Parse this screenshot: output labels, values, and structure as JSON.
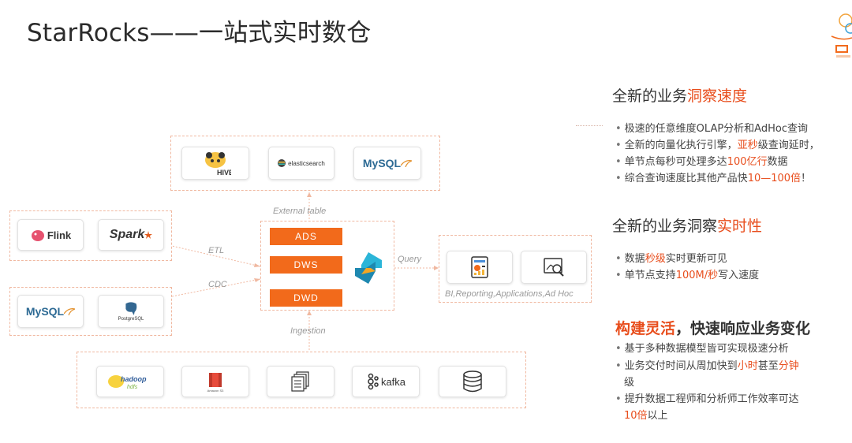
{
  "slide": {
    "title": "StarRocks——一站式实时数仓"
  },
  "diagram": {
    "external_sources": [
      {
        "name": "HIVE",
        "icon": "hive-icon"
      },
      {
        "name": "elasticsearch",
        "icon": "elasticsearch-icon"
      },
      {
        "name": "MySQL",
        "icon": "mysql-icon"
      }
    ],
    "etl_sources": [
      {
        "name": "Flink",
        "icon": "flink-icon"
      },
      {
        "name": "Spark",
        "icon": "spark-icon"
      }
    ],
    "cdc_sources": [
      {
        "name": "MySQL",
        "icon": "mysql-icon"
      },
      {
        "name": "PostgreSQL",
        "icon": "postgresql-icon"
      }
    ],
    "ingestion_sources": [
      {
        "name": "hadoop hdfs",
        "icon": "hadoop-icon"
      },
      {
        "name": "Amazon S3",
        "icon": "amazon-s3-icon"
      },
      {
        "name": "",
        "icon": "files-icon"
      },
      {
        "name": "kafka",
        "icon": "kafka-icon"
      },
      {
        "name": "",
        "icon": "database-icon"
      }
    ],
    "layers": [
      "ADS",
      "DWS",
      "DWD"
    ],
    "labels": {
      "external": "External table",
      "etl": "ETL",
      "cdc": "CDC",
      "query": "Query",
      "ingestion": "Ingestion",
      "output": "BI,Reporting,Applications,Ad Hoc"
    },
    "colors": {
      "accent": "#f26a1b",
      "dashed": "#f0b8a0"
    }
  },
  "features": {
    "speed": {
      "title_plain": "全新的业务",
      "title_hl": "洞察速度",
      "bullets": [
        {
          "a": "极速的任意维度OLAP分析和AdHoc查询",
          "hl": "",
          "b": ""
        },
        {
          "a": "全新的向量化执行引擎，",
          "hl": "亚秒",
          "b": "级查询延时，"
        },
        {
          "a": "单节点每秒可处理多达",
          "hl": "100亿行",
          "b": "数据"
        },
        {
          "a": "综合查询速度比其他产品快",
          "hl": "10—100倍",
          "b": "！"
        }
      ]
    },
    "realtime": {
      "title_plain": "全新的业务洞察",
      "title_hl": "实时性",
      "bullets": [
        {
          "a": "数据",
          "hl": "秒级",
          "b": "实时更新可见"
        },
        {
          "a": "单节点支持",
          "hl": "100M/秒",
          "b": "写入速度"
        }
      ]
    },
    "flexible": {
      "title_hl": "构建灵活",
      "title_plain": "，快速响应业务变化",
      "bullets": [
        {
          "a": "基于多种数据模型皆可实现极速分析",
          "hl": "",
          "b": "",
          "hl2": "",
          "c": ""
        },
        {
          "a": "业务交付时间从周加快到",
          "hl": "小时",
          "b": "甚至",
          "hl2": "分钟",
          "c": ""
        },
        {
          "a": "级",
          "hl": "",
          "b": "",
          "hl2": "",
          "c": ""
        },
        {
          "a": "提升数据工程师和分析师工作效率可达",
          "hl": "",
          "b": "",
          "hl2": "",
          "c": ""
        },
        {
          "a": "",
          "hl": "10倍",
          "b": "以上",
          "hl2": "",
          "c": ""
        }
      ]
    }
  }
}
